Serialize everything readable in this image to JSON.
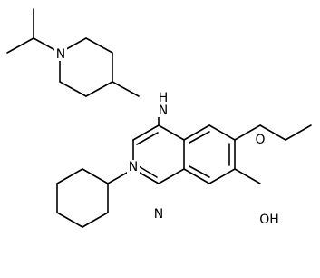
{
  "atoms": {
    "n_piperidine": "N",
    "nh_linker": "N",
    "nh_hydrogen": "H",
    "n3_quinazoline": "N",
    "n1_quinazoline": "N",
    "o_methoxy": "O",
    "hydroxyl": "OH"
  }
}
